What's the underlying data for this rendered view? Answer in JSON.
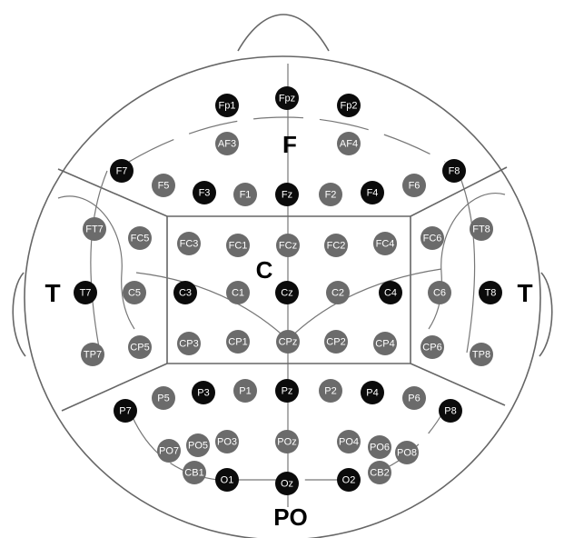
{
  "regions": {
    "frontal": "F",
    "central": "C",
    "temporal_left": "T",
    "temporal_right": "T",
    "parieto_occipital": "PO"
  },
  "colors": {
    "black_electrode": "#0b0b0b",
    "gray_electrode": "#6b6b6b",
    "outline": "#666666"
  },
  "electrodes": [
    {
      "label": "Fp1",
      "type": "black"
    },
    {
      "label": "Fpz",
      "type": "black"
    },
    {
      "label": "Fp2",
      "type": "black"
    },
    {
      "label": "AF3",
      "type": "gray"
    },
    {
      "label": "AF4",
      "type": "gray"
    },
    {
      "label": "F7",
      "type": "black"
    },
    {
      "label": "F5",
      "type": "gray"
    },
    {
      "label": "F3",
      "type": "black"
    },
    {
      "label": "F1",
      "type": "gray"
    },
    {
      "label": "Fz",
      "type": "black"
    },
    {
      "label": "F2",
      "type": "gray"
    },
    {
      "label": "F4",
      "type": "black"
    },
    {
      "label": "F6",
      "type": "gray"
    },
    {
      "label": "F8",
      "type": "black"
    },
    {
      "label": "FT7",
      "type": "gray"
    },
    {
      "label": "FC5",
      "type": "gray"
    },
    {
      "label": "FC3",
      "type": "gray"
    },
    {
      "label": "FC1",
      "type": "gray"
    },
    {
      "label": "FCz",
      "type": "gray"
    },
    {
      "label": "FC2",
      "type": "gray"
    },
    {
      "label": "FC4",
      "type": "gray"
    },
    {
      "label": "FC6",
      "type": "gray"
    },
    {
      "label": "FT8",
      "type": "gray"
    },
    {
      "label": "T7",
      "type": "black"
    },
    {
      "label": "C5",
      "type": "gray"
    },
    {
      "label": "C3",
      "type": "black"
    },
    {
      "label": "C1",
      "type": "gray"
    },
    {
      "label": "Cz",
      "type": "black"
    },
    {
      "label": "C2",
      "type": "gray"
    },
    {
      "label": "C4",
      "type": "black"
    },
    {
      "label": "C6",
      "type": "gray"
    },
    {
      "label": "T8",
      "type": "black"
    },
    {
      "label": "TP7",
      "type": "gray"
    },
    {
      "label": "CP5",
      "type": "gray"
    },
    {
      "label": "CP3",
      "type": "gray"
    },
    {
      "label": "CP1",
      "type": "gray"
    },
    {
      "label": "CPz",
      "type": "gray"
    },
    {
      "label": "CP2",
      "type": "gray"
    },
    {
      "label": "CP4",
      "type": "gray"
    },
    {
      "label": "CP6",
      "type": "gray"
    },
    {
      "label": "TP8",
      "type": "gray"
    },
    {
      "label": "P7",
      "type": "black"
    },
    {
      "label": "P5",
      "type": "gray"
    },
    {
      "label": "P3",
      "type": "black"
    },
    {
      "label": "P1",
      "type": "gray"
    },
    {
      "label": "Pz",
      "type": "black"
    },
    {
      "label": "P2",
      "type": "gray"
    },
    {
      "label": "P4",
      "type": "black"
    },
    {
      "label": "P6",
      "type": "gray"
    },
    {
      "label": "P8",
      "type": "black"
    },
    {
      "label": "PO7",
      "type": "gray"
    },
    {
      "label": "PO5",
      "type": "gray"
    },
    {
      "label": "PO3",
      "type": "gray"
    },
    {
      "label": "POz",
      "type": "gray"
    },
    {
      "label": "PO4",
      "type": "gray"
    },
    {
      "label": "PO6",
      "type": "gray"
    },
    {
      "label": "PO8",
      "type": "gray"
    },
    {
      "label": "CB1",
      "type": "gray"
    },
    {
      "label": "O1",
      "type": "black"
    },
    {
      "label": "Oz",
      "type": "black"
    },
    {
      "label": "O2",
      "type": "black"
    },
    {
      "label": "CB2",
      "type": "gray"
    }
  ]
}
